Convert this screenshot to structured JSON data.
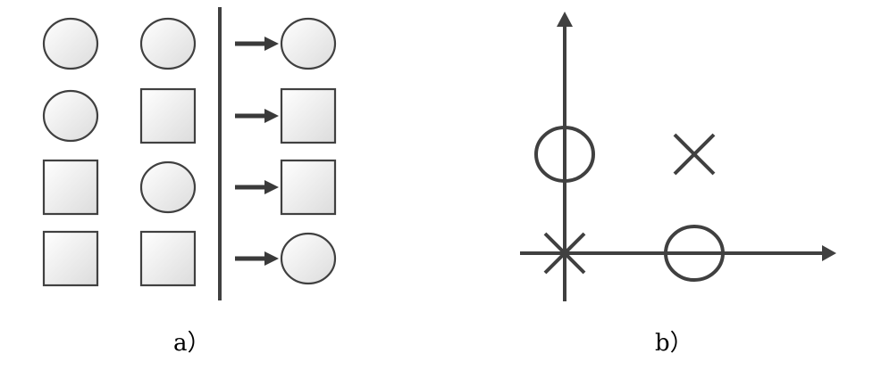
{
  "colors": {
    "stroke": "#404040",
    "shape_fill_light": "#ffffff",
    "shape_fill_dark": "#dcdcdc",
    "arrow": "#3a3a3a"
  },
  "panel_a": {
    "caption": "a）",
    "rows": [
      {
        "input1": "circle",
        "input2": "circle",
        "output": "circle"
      },
      {
        "input1": "circle",
        "input2": "square",
        "output": "square"
      },
      {
        "input1": "square",
        "input2": "circle",
        "output": "square"
      },
      {
        "input1": "square",
        "input2": "square",
        "output": "circle"
      }
    ]
  },
  "panel_b": {
    "caption": "b）",
    "points": [
      {
        "x": 0,
        "y": 1,
        "marker": "circle"
      },
      {
        "x": 1,
        "y": 1,
        "marker": "cross"
      },
      {
        "x": 0,
        "y": 0,
        "marker": "cross"
      },
      {
        "x": 1,
        "y": 0,
        "marker": "circle"
      }
    ]
  }
}
